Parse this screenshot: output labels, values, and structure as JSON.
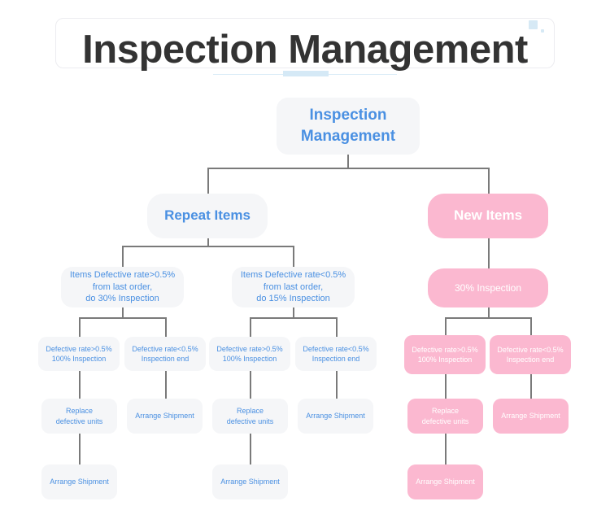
{
  "header": {
    "title": "Inspection Management",
    "deco_square_color": "#d6e9f5",
    "rule_color": "#dbecf7"
  },
  "theme": {
    "blue_text": "#4a90e2",
    "blue_box_bg": "#f5f6f8",
    "pink_box_bg": "#fbb8d0",
    "pink_text": "#ffffff",
    "connector_color": "#7a7a7a"
  },
  "chart_data": {
    "type": "diagram",
    "title": "Inspection Management",
    "root": {
      "id": "root",
      "label": "Inspection\nManagement",
      "style": "blue"
    },
    "branches": [
      {
        "id": "repeat-items",
        "label": "Repeat Items",
        "style": "blue",
        "children": [
          {
            "id": "repeat-high-rate",
            "label": "Items Defective rate>0.5%\nfrom last order,\ndo 30% Inspection",
            "style": "blue",
            "children": [
              {
                "id": "repeat-high-defective-over",
                "label": "Defective rate>0.5%\n100% Inspection",
                "style": "blue",
                "children": [
                  {
                    "id": "repeat-high-replace",
                    "label": "Replace\ndefective units",
                    "style": "blue",
                    "children": [
                      {
                        "id": "repeat-high-arrange",
                        "label": "Arrange Shipment",
                        "style": "blue"
                      }
                    ]
                  }
                ]
              },
              {
                "id": "repeat-high-defective-under",
                "label": "Defective rate<0.5%\nInspection end",
                "style": "blue",
                "children": [
                  {
                    "id": "repeat-high-arrange2",
                    "label": "Arrange Shipment",
                    "style": "blue"
                  }
                ]
              }
            ]
          },
          {
            "id": "repeat-low-rate",
            "label": "Items Defective rate<0.5%\nfrom last order,\ndo 15% Inspection",
            "style": "blue",
            "children": [
              {
                "id": "repeat-low-defective-over",
                "label": "Defective rate>0.5%\n100% Inspection",
                "style": "blue",
                "children": [
                  {
                    "id": "repeat-low-replace",
                    "label": "Replace\ndefective units",
                    "style": "blue",
                    "children": [
                      {
                        "id": "repeat-low-arrange",
                        "label": "Arrange Shipment",
                        "style": "blue"
                      }
                    ]
                  }
                ]
              },
              {
                "id": "repeat-low-defective-under",
                "label": "Defective rate<0.5%\nInspection end",
                "style": "blue",
                "children": [
                  {
                    "id": "repeat-low-arrange2",
                    "label": "Arrange Shipment",
                    "style": "blue"
                  }
                ]
              }
            ]
          }
        ]
      },
      {
        "id": "new-items",
        "label": "New Items",
        "style": "pink",
        "children": [
          {
            "id": "new-30-inspection",
            "label": "30% Inspection",
            "style": "pink",
            "children": [
              {
                "id": "new-defective-over",
                "label": "Defective rate>0.5%\n100% Inspection",
                "style": "pink",
                "children": [
                  {
                    "id": "new-replace",
                    "label": "Replace\ndefective units",
                    "style": "pink",
                    "children": [
                      {
                        "id": "new-arrange",
                        "label": "Arrange Shipment",
                        "style": "pink"
                      }
                    ]
                  }
                ]
              },
              {
                "id": "new-defective-under",
                "label": "Defective rate<0.5%\nInspection end",
                "style": "pink",
                "children": [
                  {
                    "id": "new-arrange2",
                    "label": "Arrange Shipment",
                    "style": "pink"
                  }
                ]
              }
            ]
          }
        ]
      }
    ]
  },
  "nodes": {
    "root": "Inspection\nManagement",
    "repeat_items": "Repeat Items",
    "new_items": "New Items",
    "repeat_high_rate": "Items Defective rate>0.5%\nfrom last order,\ndo 30% Inspection",
    "repeat_low_rate": "Items Defective rate<0.5%\nfrom last order,\ndo 15% Inspection",
    "new_30_inspection": "30% Inspection",
    "defective_over_a": "Defective rate>0.5%\n100% Inspection",
    "defective_under_a": "Defective rate<0.5%\nInspection end",
    "defective_over_b": "Defective rate>0.5%\n100% Inspection",
    "defective_under_b": "Defective rate<0.5%\nInspection end",
    "defective_over_c": "Defective rate>0.5%\n100% Inspection",
    "defective_under_c": "Defective rate<0.5%\nInspection end",
    "replace_a": "Replace\ndefective units",
    "arrange_a": "Arrange Shipment",
    "replace_b": "Replace\ndefective units",
    "arrange_b": "Arrange Shipment",
    "replace_c": "Replace\ndefective units",
    "arrange_c": "Arrange Shipment",
    "arrange_bottom_a": "Arrange Shipment",
    "arrange_bottom_b": "Arrange Shipment",
    "arrange_bottom_c": "Arrange Shipment"
  }
}
